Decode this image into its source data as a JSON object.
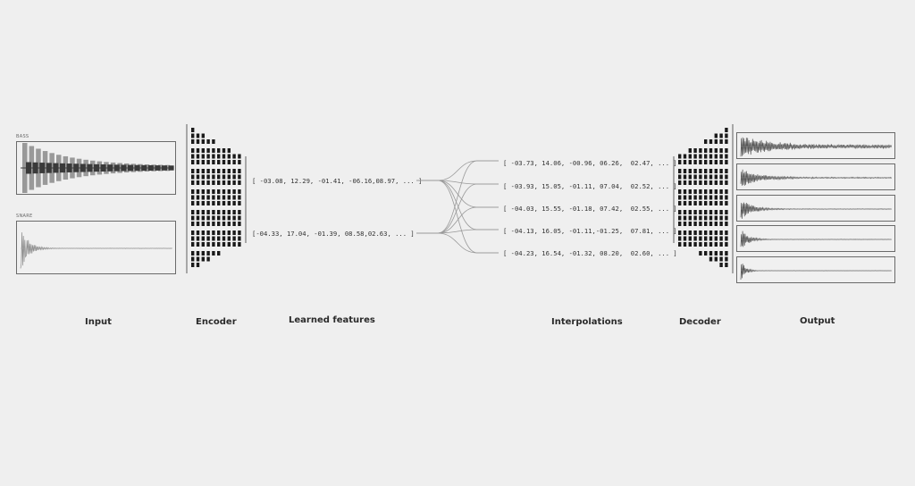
{
  "input": {
    "tracks": [
      {
        "label": "BASS"
      },
      {
        "label": "SNARE"
      }
    ]
  },
  "learned_features": [
    "[ -03.08, 12.29, -01.41, -06.16,08.97, ... ]",
    "[-04.33, 17.04, -01.39, 08.58,02.63, ... ]"
  ],
  "interpolations": [
    "[ -03.73, 14.06, -00.96, 06.26,  02.47, ... ]",
    "[ -03.93, 15.05, -01.11, 07.04,  02.52, ... ]",
    "[ -04.03, 15.55, -01.18, 07.42,  02.55, ... ]",
    "[ -04.13, 16.05, -01.11,-01.25,  07.81, ... ]",
    "[ -04.23, 16.54, -01.32, 08.20,  02.60, ... ]"
  ],
  "stages": {
    "input": "Input",
    "encoder": "Encoder",
    "learned": "Learned features",
    "interpolations": "Interpolations",
    "decoder": "Decoder",
    "output": "Output"
  },
  "colors": {
    "background": "#efefef",
    "ink": "#1a1a1a",
    "wave_light": "#8a8a8a",
    "wave_dark": "#3a3a3a",
    "connector": "#999999"
  }
}
